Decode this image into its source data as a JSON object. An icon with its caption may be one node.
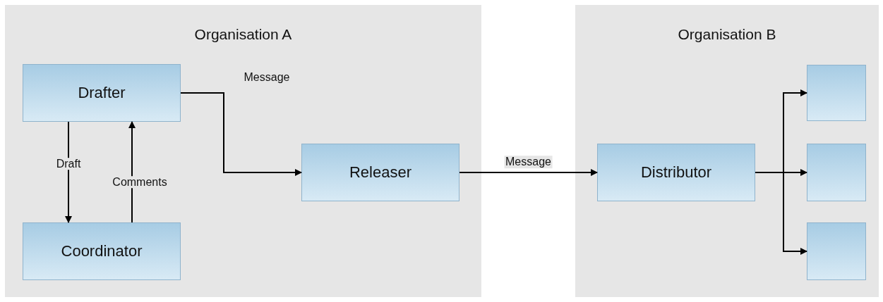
{
  "diagram": {
    "nodes": [
      {
        "text": [
          "Organisation A"
        ]
      },
      {
        "text": [
          "Drafter"
        ],
        "in": 0
      },
      {
        "text": [
          "Coordinator"
        ],
        "in": 0
      },
      {
        "text": [
          "Releaser"
        ],
        "in": 0
      },
      {
        "text": [
          "Organisation B"
        ]
      },
      {
        "text": [
          "Distributor"
        ],
        "in": 4
      },
      {
        "text": [],
        "shape": "box",
        "in": 4
      },
      {
        "text": [],
        "shape": "box",
        "in": 4
      },
      {
        "text": [],
        "shape": "box",
        "in": 4
      }
    ],
    "edges": [
      {
        "from": 1,
        "to": 2,
        "arrow": "to",
        "label": "Draft"
      },
      {
        "from": 2,
        "to": 1,
        "arrow": "to",
        "label": "Comments"
      },
      {
        "from": 1,
        "to": 3,
        "arrow": "to",
        "label": "Message"
      },
      {
        "from": 3,
        "to": 5,
        "arrow": "to",
        "label": "Message"
      },
      {
        "from": 5,
        "to": 6,
        "arrow": "to"
      },
      {
        "from": 5,
        "to": 7,
        "arrow": "to"
      },
      {
        "from": 5,
        "to": 8,
        "arrow": "to"
      }
    ]
  }
}
